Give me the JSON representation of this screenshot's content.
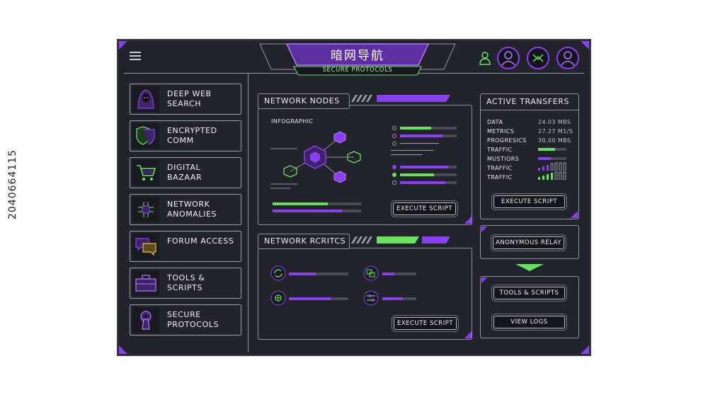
{
  "header": {
    "title": "暗网导航",
    "subtitle": "SECURE PROTOCOLS"
  },
  "sidebar": {
    "items": [
      {
        "label": "DEEP WEB SEARCH",
        "icon": "hooded-figure-icon"
      },
      {
        "label": "ENCRYPTED COMM",
        "icon": "shields-icon"
      },
      {
        "label": "DIGITAL BAZAAR",
        "icon": "shopping-cart-icon"
      },
      {
        "label": "NETWORK ANOMALIES",
        "icon": "chip-icon"
      },
      {
        "label": "FORUM ACCESS",
        "icon": "chat-bubbles-icon"
      },
      {
        "label": "TOOLS & SCRIPTS",
        "icon": "toolbox-icon"
      },
      {
        "label": "SECURE PROTOCOLS",
        "icon": "keyhole-icon"
      }
    ]
  },
  "network_nodes": {
    "title": "NETWORK NODES",
    "infographic_label": "INFOGRAPHIC",
    "execute_label": "EXECUTE SCRIPT",
    "bars": [
      0.55,
      0.75,
      0.4,
      0.7,
      0.85,
      0.6,
      0.3,
      0.8
    ],
    "bottom_bars": [
      0.62,
      0.78
    ]
  },
  "network_critics": {
    "title": "NETWORK RCRITCS",
    "execute_label": "EXECUTE SCRIPT",
    "bars": [
      0.45,
      0.7,
      0.35,
      0.6
    ]
  },
  "active_transfers": {
    "title": "ACTIVE TRANSFERS",
    "rows": [
      {
        "label": "DATA",
        "value": "24.03 MBS"
      },
      {
        "label": "METRICS",
        "value": "27.27 M1/S"
      },
      {
        "label": "PROGRESICS",
        "value": "30.00 MBS"
      },
      {
        "label": "TRAFFIC",
        "value": ""
      },
      {
        "label": "MUSTIORS",
        "value": ""
      },
      {
        "label": "TRAFFIC",
        "value": ""
      },
      {
        "label": "TRAFFIC",
        "value": ""
      }
    ],
    "execute_label": "EXECUTE SCRIPT"
  },
  "relay": {
    "anonymous_relay_label": "ANONYMOUS RELAY",
    "tools_label": "TOOLS & SCRIPTS",
    "logs_label": "VIEW LOGS"
  },
  "watermark": "2040664115",
  "colors": {
    "accent": "#8a3ff2",
    "green": "#66e35b",
    "panel": "#23242b"
  }
}
